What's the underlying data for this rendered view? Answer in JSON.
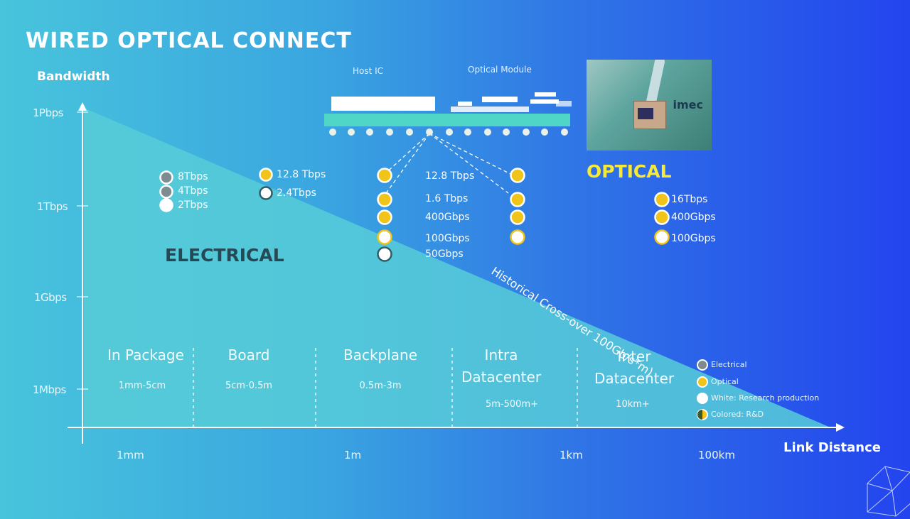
{
  "title": "WIRED OPTICAL CONNECT",
  "y_axis": {
    "label": "Bandwidth",
    "ticks": [
      "1Pbps",
      "1Tbps",
      "1Gbps",
      "1Mbps"
    ]
  },
  "x_axis": {
    "label": "Link Distance",
    "ticks": [
      "1mm",
      "1m",
      "1km",
      "100km"
    ]
  },
  "regions": [
    {
      "name": "In Package",
      "range": "1mm-5cm"
    },
    {
      "name": "Board",
      "range": "5cm-0.5m"
    },
    {
      "name": "Backplane",
      "range": "0.5m-3m"
    },
    {
      "name": "Intra Datacenter",
      "range": "5m-500m+"
    },
    {
      "name": "Inter Datacenter",
      "range": "10km+"
    }
  ],
  "labels": {
    "electrical": "ELECTRICAL",
    "optical": "OPTICAL",
    "crossover": "Historical Cross-over 100Gb/s*m)"
  },
  "module": {
    "host_ic": "Host IC",
    "optical_module": "Optical Module",
    "brand": "imec"
  },
  "groups": [
    {
      "values": [
        "8Tbps",
        "4Tbps",
        "2Tbps"
      ]
    },
    {
      "values": [
        "12.8 Tbps",
        "2.4Tbps"
      ]
    },
    {
      "values": [
        "12.8 Tbps",
        "1.6 Tbps",
        "400Gbps",
        "100Gbps",
        "50Gbps"
      ]
    },
    {
      "values": [
        "16Tbps",
        "400Gbps",
        "100Gbps"
      ]
    }
  ],
  "legend": [
    "Electrical",
    "Optical",
    "White: Research production",
    "Colored: R&D"
  ],
  "colors": {
    "electrical_fill": "#2f5d68",
    "optical_fill": "#e8c41a",
    "white": "#ffffff",
    "grey": "#7c8c90"
  }
}
